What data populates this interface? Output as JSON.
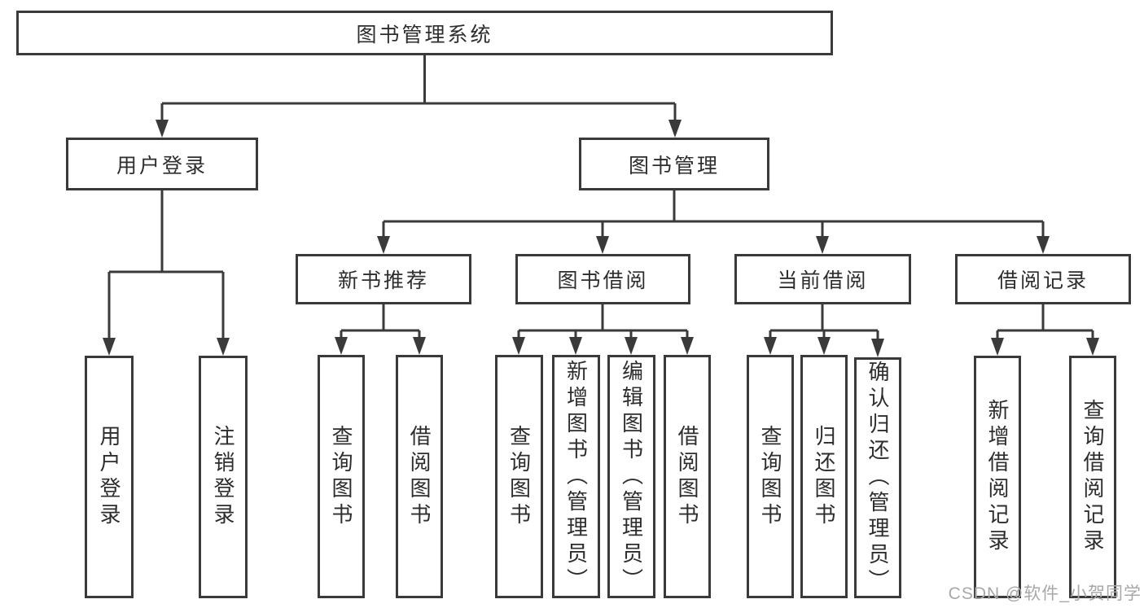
{
  "colors": {
    "line": "#3a3a3a",
    "border": "#3a3a3a",
    "text": "#2d2d2d",
    "watermark": "#a8a8a8",
    "background": "#ffffff"
  },
  "nodes": {
    "root": {
      "label": "图书管理系统"
    },
    "user_login": {
      "label": "用户登录"
    },
    "book_mgmt": {
      "label": "图书管理"
    },
    "new_book_rec": {
      "label": "新书推荐"
    },
    "book_borrow": {
      "label": "图书借阅"
    },
    "current_borrow": {
      "label": "当前借阅"
    },
    "borrow_record": {
      "label": "借阅记录"
    },
    "leaf_user_login": {
      "label": "用户登录"
    },
    "leaf_logout": {
      "label": "注销登录"
    },
    "leaf_query_book_1": {
      "label": "查询图书"
    },
    "leaf_borrow_book_1": {
      "label": "借阅图书"
    },
    "leaf_query_book_2": {
      "label": "查询图书"
    },
    "leaf_add_book": {
      "label": "新增图书（管理员）"
    },
    "leaf_edit_book": {
      "label": "编辑图书（管理员）"
    },
    "leaf_borrow_book_2": {
      "label": "借阅图书"
    },
    "leaf_query_book_3": {
      "label": "查询图书"
    },
    "leaf_return_book": {
      "label": "归还图书"
    },
    "leaf_confirm_return": {
      "label": "确认归还（管理员）"
    },
    "leaf_add_record": {
      "label": "新增借阅记录"
    },
    "leaf_query_record": {
      "label": "查询借阅记录"
    }
  },
  "watermark": {
    "text": "CSDN @软件_小贺同学"
  }
}
